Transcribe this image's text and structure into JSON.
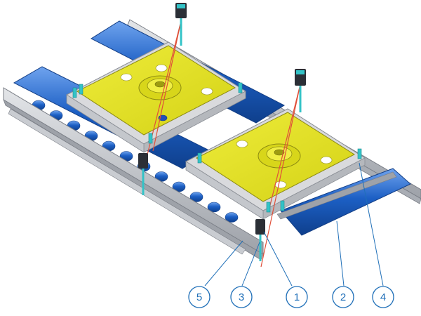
{
  "figure": {
    "colors": {
      "background": "#ffffff",
      "roller_blue": "#1c5fc4",
      "roller_highlight": "#6fa3ee",
      "plate_yellow": "#e6e41a",
      "plate_shadow": "#b9b80f",
      "frame_grey": "#b9bcc2",
      "frame_dark": "#7a7e86",
      "base_plate": "#d9dadd",
      "sensor_cyan": "#33c3c7",
      "laser_red": "#e0503a",
      "callout_blue": "#1f6fb8"
    },
    "callouts": [
      {
        "id": "5",
        "label": "5"
      },
      {
        "id": "3",
        "label": "3"
      },
      {
        "id": "1",
        "label": "1"
      },
      {
        "id": "2",
        "label": "2"
      },
      {
        "id": "4",
        "label": "4"
      }
    ]
  }
}
